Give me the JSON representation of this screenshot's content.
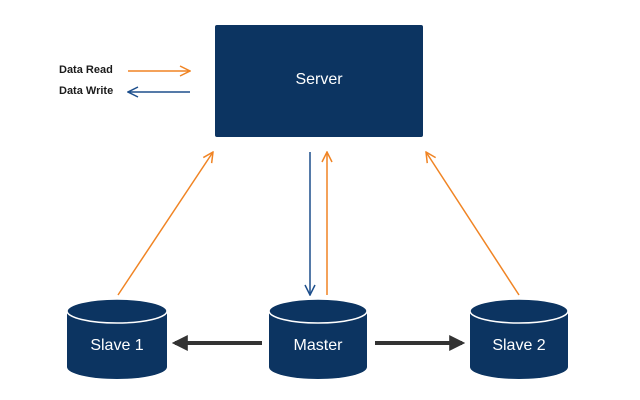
{
  "legend": {
    "read_label": "Data Read",
    "write_label": "Data Write"
  },
  "nodes": {
    "server": "Server",
    "master": "Master",
    "slave1": "Slave 1",
    "slave2": "Slave 2"
  },
  "colors": {
    "node_fill": "#0c3461",
    "node_stroke": "#ffffff",
    "read_arrow": "#f08424",
    "write_arrow": "#1d4f8c",
    "replication_arrow": "#333333"
  },
  "icons": {
    "server": "server-box",
    "databases": "database-cylinder-icon"
  }
}
